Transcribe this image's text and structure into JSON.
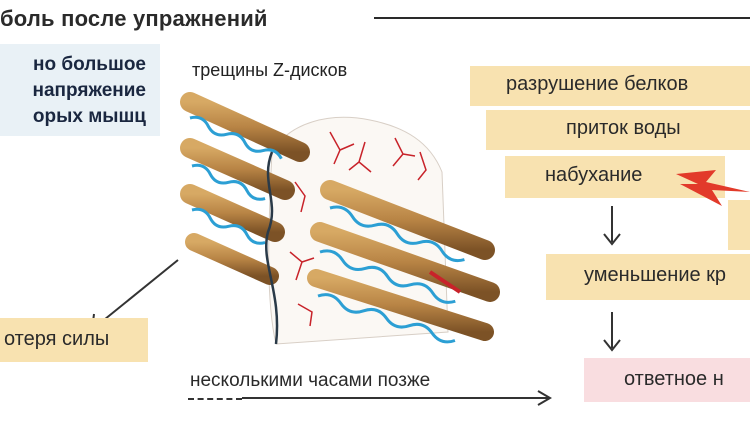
{
  "title": "боль после упражнений",
  "cause": {
    "lines": [
      "но большое",
      "напряжение",
      "орых мышц"
    ]
  },
  "fiber_caption": "трещины Z-дисков",
  "process_steps": [
    "разрушение белков",
    "приток воды",
    "набухание",
    "уменьшение кр"
  ],
  "strength_loss": "отеря силы",
  "time_delay": "несколькими часами позже",
  "response": "ответное н",
  "colors": {
    "step_box": "#f8e2b0",
    "cause_box": "#e9f1f6",
    "response_box": "#f9dde0",
    "lightning": "#e23a2a",
    "fiber_brown": "#a8743a",
    "fiber_blue": "#2c9fd4",
    "capillary_red": "#c8232a"
  },
  "icons": [
    "arrow-down-icon",
    "arrow-diagonal-icon",
    "arrow-right-icon",
    "lightning-icon"
  ]
}
